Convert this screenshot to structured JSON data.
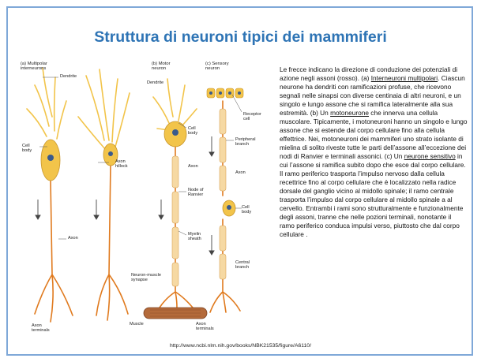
{
  "slide": {
    "title": "Struttura di neuroni tipici dei mammiferi",
    "source_url": "http://www.ncbi.nlm.nih.gov/books/NBK21535/figure/A6110/",
    "paragraph": [
      {
        "t": "Le frecce indicano la direzione di conduzione dei potenziali di azione negli assoni (rosso). (a) ",
        "u": false
      },
      {
        "t": "Interneuroni multipolari",
        "u": true
      },
      {
        "t": ". Ciascun neurone ha dendriti con ramificazioni profuse, che ricevono segnali nelle sinapsi con diverse centinaia di altri neuroni, e un singolo e lungo assone che si ramifica lateralmente alla sua estremità. (b) Un ",
        "u": false
      },
      {
        "t": "motoneurone",
        "u": true
      },
      {
        "t": " che innerva una cellula muscolare. Tipicamente, i motoneuroni hanno un singolo e lungo assone che si estende dal corpo cellulare fino alla cellula effettrice. Nei, motoneuroni dei mammiferi uno strato isolante di mielina di solito riveste tutte le parti dell’assone all’eccezione dei nodi di Ranvier e terminali assonici. (c) Un ",
        "u": false
      },
      {
        "t": "neurone sensitivo",
        "u": true
      },
      {
        "t": " in cui l’assone si ramifica subito dopo che esce dal corpo cellulare. Il ramo periferico trasporta l’impulso nervoso dalla cellula recettrice fino al corpo cellulare che è localizzato nella radice dorsale del ganglio vicino al midollo spinale; il ramo centrale trasporta l’impulso dal corpo cellulare al midollo spinale a al cervello. Entrambi i rami sono strutturalmente e funzionalmente degli assoni, tranne che nelle pozioni terminali, nonotante il ramo periferico conduca impulsi verso, piuttosto che dal corpo cellulare .",
        "u": false
      }
    ]
  },
  "figure": {
    "panel_a_title": "(a) Multipolar\ninterneurons",
    "panel_b_title": "(b) Motor\nneuron",
    "panel_c_title": "(c) Sensory\nneuron",
    "labels": {
      "dendrite_a": "Dendrite",
      "dendrite_b": "Dendrite",
      "cell_body_a": "Cell\nbody",
      "axon_hillock": "Axon\nhillock",
      "axon_a": "Axon",
      "axon_terminals_a": "Axon\nterminals",
      "cell_body_b": "Cell\nbody",
      "axon_b": "Axon",
      "node_of_ranvier": "Node of\nRanvier",
      "myelin_sheath": "Myelin\nsheath",
      "neuron_muscle_synapse": "Neuron-muscle\nsynapse",
      "muscle": "Muscle",
      "axon_terminals_b": "Axon\nterminals",
      "receptor_cell": "Receptor\ncell",
      "peripheral_branch": "Peripheral\nbranch",
      "axon_c": "Axon",
      "cell_body_c": "Cell\nbody",
      "central_branch": "Central\nbranch"
    },
    "colors": {
      "axon": "#e07a1e",
      "cell_body": "#f2c44a",
      "nucleus": "#3a5a8c",
      "muscle": "#b46a3a",
      "title": "#2e74b5",
      "frame": "#7fa8d8"
    }
  }
}
